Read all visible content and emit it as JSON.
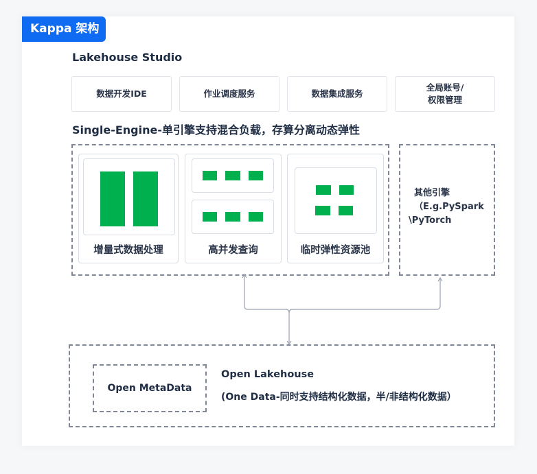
{
  "badge": "Kappa 架构",
  "studio": {
    "title": "Lakehouse  Studio",
    "services": [
      {
        "label": "数据开发IDE"
      },
      {
        "label": "作业调度服务"
      },
      {
        "label": "数据集成服务"
      },
      {
        "label_line1": "全局账号/",
        "label_line2": "权限管理"
      }
    ]
  },
  "engine": {
    "title": "Single-Engine-单引擎支持混合负载，存算分离动态弹性",
    "panels": [
      {
        "label": "增量式数据处理"
      },
      {
        "label": "高并发查询"
      },
      {
        "label": "临时弹性资源池"
      }
    ],
    "other": {
      "line1": "其他引擎",
      "line2": "（E.g.PySpark",
      "line3": "\\PyTorch"
    }
  },
  "lake": {
    "metadata": "Open MetaData",
    "title": "Open  Lakehouse",
    "subtitle": "(One Data-同时支持结构化数据，半/非结构化数据）"
  },
  "colors": {
    "accent": "#0f6cf2",
    "green": "#00b04f",
    "dash": "#7f8796"
  }
}
